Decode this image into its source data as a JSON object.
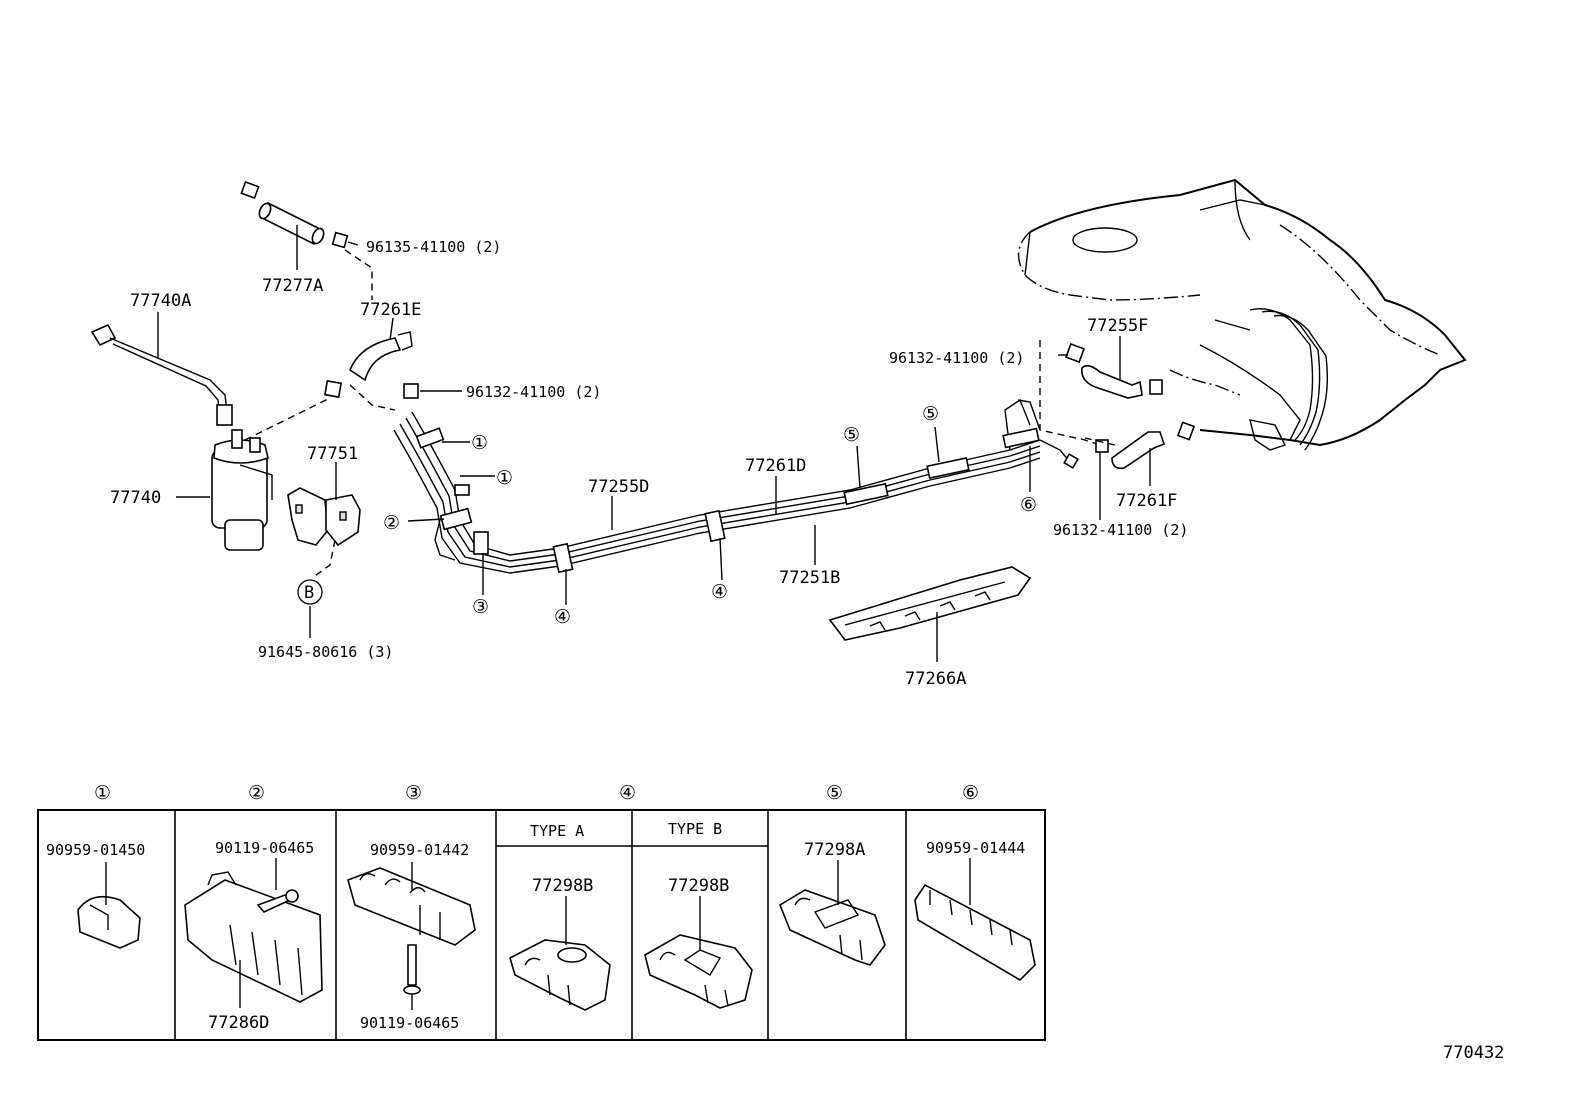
{
  "parts": {
    "p77740A": "77740A",
    "p77277A": "77277A",
    "p96135": "96135-41100 (2)",
    "p77261E": "77261E",
    "p96132a": "96132-41100 (2)",
    "p77740": "77740",
    "p77751": "77751",
    "pB": "B",
    "p91645": "91645-80616 (3)",
    "p77255D": "77255D",
    "p77261D": "77261D",
    "p77251B": "77251B",
    "p77255F": "77255F",
    "p96132b": "96132-41100 (2)",
    "p77261F": "77261F",
    "p96132c": "96132-41100 (2)",
    "p77266A": "77266A"
  },
  "callouts": {
    "c1": "①",
    "c2": "②",
    "c3": "③",
    "c4": "④",
    "c5": "⑤",
    "c6": "⑥"
  },
  "table": {
    "headers": [
      "①",
      "②",
      "③",
      "④",
      "⑤",
      "⑥"
    ],
    "type_a": "TYPE A",
    "type_b": "TYPE B",
    "cell1_part": "90959-01450",
    "cell2_part_top": "90119-06465",
    "cell2_part_bottom": "77286D",
    "cell3_part_top": "90959-01442",
    "cell3_part_bottom": "90119-06465",
    "cell4a_part": "77298B",
    "cell4b_part": "77298B",
    "cell5_part": "77298A",
    "cell6_part": "90959-01444"
  },
  "diagram_id": "770432"
}
